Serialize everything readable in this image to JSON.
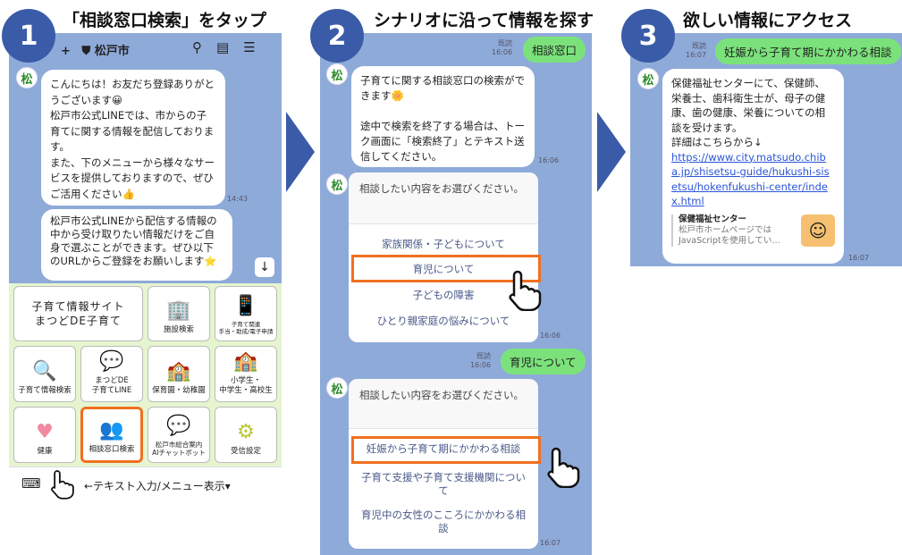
{
  "steps": [
    {
      "number": "1",
      "title": "「相談窓口検索」をタップ"
    },
    {
      "number": "2",
      "title": "シナリオに沿って情報を探す"
    },
    {
      "number": "3",
      "title": "欲しい情報にアクセス"
    }
  ],
  "panel1": {
    "header": {
      "account_name": "松戸市",
      "add_icon": "plus-icon",
      "shield_icon": "shield-icon",
      "icons": [
        "search-icon",
        "notes-icon",
        "menu-icon"
      ]
    },
    "avatar_text": "松",
    "messages": [
      {
        "text": "こんにちは！お友だち登録ありがとうございます😀\n松戸市公式LINEでは、市からの子育てに関する情報を配信しております。\nまた、下のメニューから様々なサービスを提供しておりますので、ぜひご活用ください👍",
        "time": "14:43"
      },
      {
        "text": "松戸市公式LINEから配信する情報の中から受け取りたい情報だけをご自身で選ぶことができます。ぜひ以下のURLからご登録をお願いします⭐"
      }
    ],
    "menu": [
      {
        "label": "子育て情報サイト\nまつどDE子育て"
      },
      {
        "label": "施設検索",
        "icon": "🏢"
      },
      {
        "label": "子育て関連\n手当・助成/電子申請",
        "icon": "📱"
      },
      {
        "label": "子育て情報検索",
        "icon": "🔍"
      },
      {
        "label": "まつどDE\n子育てLINE",
        "icon": "💬"
      },
      {
        "label": "保育園・幼稚園",
        "icon": "🏫"
      },
      {
        "label": "小学生・\n中学生・高校生",
        "icon": "🏫"
      },
      {
        "label": "健康",
        "icon": "♥"
      },
      {
        "label": "相談窓口検索",
        "icon": "👥"
      },
      {
        "label": "松戸市総合案内\nAIチャットボット",
        "icon": "💬"
      },
      {
        "label": "受信設定",
        "icon": "⚙"
      }
    ],
    "bottom_bar": {
      "label": "←テキスト入力/メニュー表示▾",
      "keyboard_icon": "keyboard-icon"
    }
  },
  "panel2": {
    "sent1": {
      "text": "相談窓口",
      "read": "既読",
      "time": "16:06"
    },
    "bot1": {
      "text": "子育てに関する相談窓口の検索ができます🌼\n\n途中で検索を終了する場合は、トーク画面に「検索終了」とテキスト送信してください。",
      "time": "16:06"
    },
    "card1": {
      "prompt": "相談したい内容をお選びください。",
      "options": [
        "家族関係・子どもについて",
        "育児について",
        "子どもの障害",
        "ひとり親家庭の悩みについて"
      ],
      "time": "16:06"
    },
    "sent2": {
      "text": "育児について",
      "read": "既読",
      "time": "16:06"
    },
    "card2": {
      "prompt": "相談したい内容をお選びください。",
      "options": [
        "妊娠から子育て期にかかわる相談",
        "子育て支援や子育て支援機関について",
        "育児中の女性のこころにかかわる相談"
      ],
      "time": "16:07"
    }
  },
  "panel3": {
    "sent": {
      "text": "妊娠から子育て期にかかわる相談",
      "read": "既読",
      "time": "16:07"
    },
    "reply": {
      "text": "保健福祉センターにて、保健師、栄養士、歯科衛生士が、母子の健康、歯の健康、栄養についての相談を受けます。\n詳細はこちらから↓",
      "link": "https://www.city.matsudo.chiba.jp/shisetsu-guide/hukushi-sisetsu/hokenfukushi-center/index.html",
      "preview_title": "保健福祉センター",
      "preview_desc": "松戸市ホームページではJavaScriptを使用してい…",
      "time": "16:07"
    }
  },
  "colors": {
    "accent": "#3a5ba8",
    "chat_bg": "#8eaad9",
    "sent_bubble": "#7be27b",
    "highlight": "#f07020",
    "menu_bg": "#e6f5d0"
  }
}
